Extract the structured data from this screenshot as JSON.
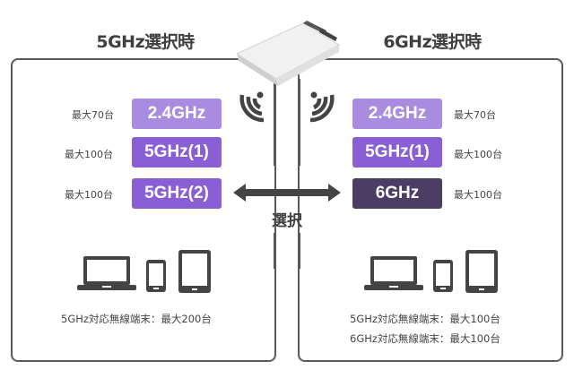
{
  "colors": {
    "band_light": "#a98ce0",
    "band_mid": "#8a5fd6",
    "band_dark": "#4b3d63",
    "line": "#555555",
    "text": "#444444"
  },
  "left_panel": {
    "title": "5GHz選択時",
    "bands": [
      {
        "label": "2.4GHz",
        "capacity": "最大70台",
        "style": "light"
      },
      {
        "label": "5GHz(1)",
        "capacity": "最大100台",
        "style": "mid"
      },
      {
        "label": "5GHz(2)",
        "capacity": "最大100台",
        "style": "mid"
      }
    ],
    "devices": [
      "laptop-icon",
      "smartphone-icon",
      "tablet-icon"
    ],
    "notes": [
      "5GHz対応無線端末：最大200台"
    ]
  },
  "right_panel": {
    "title": "6GHz選択時",
    "bands": [
      {
        "label": "2.4GHz",
        "capacity": "最大70台",
        "style": "light"
      },
      {
        "label": "5GHz(1)",
        "capacity": "最大100台",
        "style": "mid"
      },
      {
        "label": "6GHz",
        "capacity": "最大100台",
        "style": "dark"
      }
    ],
    "devices": [
      "laptop-icon",
      "smartphone-icon",
      "tablet-icon"
    ],
    "notes": [
      "5GHz対応無線端末：最大100台",
      "6GHz対応無線端末：最大100台"
    ]
  },
  "center": {
    "device": "access-point-icon",
    "arrow": "double-arrow-icon",
    "select_label": "選択"
  }
}
